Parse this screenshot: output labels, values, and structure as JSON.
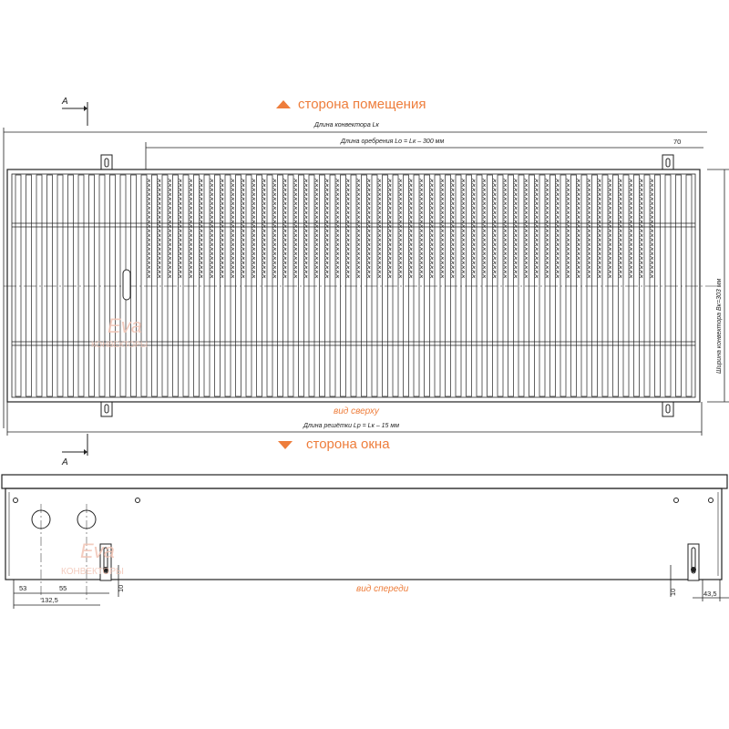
{
  "labels": {
    "room_side": "сторона помещения",
    "window_side": "сторона окна",
    "top_view": "вид сверху",
    "front_view": "вид спереди",
    "section_a": "A"
  },
  "dimensions": {
    "convector_length": "Длина конвектора Lк",
    "finning_length": "Длина оребрения Lо = Lк – 300 мм",
    "grille_length": "Длина решётки Lр = Lк – 15 мм",
    "convector_width": "Ширина конвектора Вк=303 мм",
    "offset_70": "70",
    "d53": "53",
    "d55": "55",
    "d132": "132,5",
    "d10_left": "10",
    "d10_right": "10",
    "d43": "43,5"
  },
  "watermark": {
    "logo_script": "Eva",
    "logo_word": "КОНВЕКТОРЫ"
  },
  "colors": {
    "accent": "#ee7d3b",
    "line": "#222222",
    "watermark": "#f2c4b4"
  }
}
